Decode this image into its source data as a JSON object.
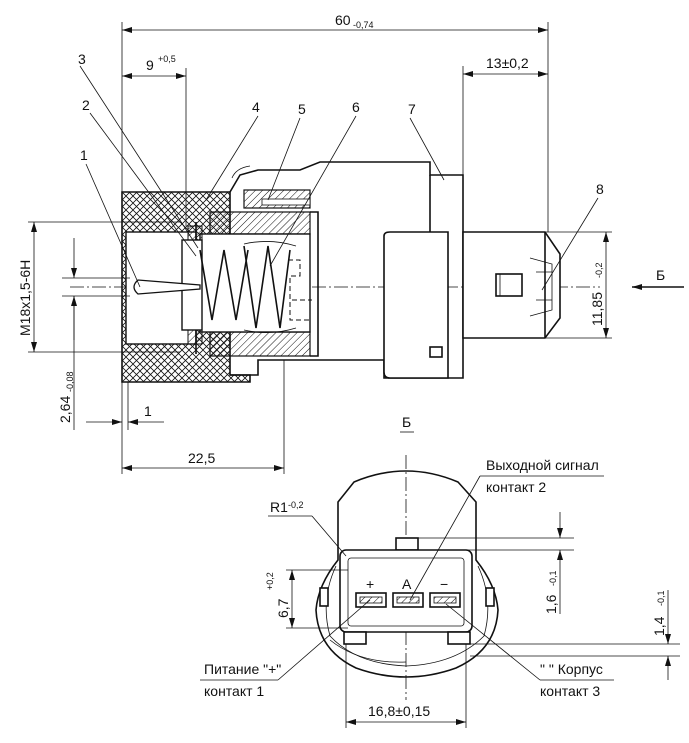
{
  "dimensions": {
    "overall_length": "60",
    "overall_length_tol": "-0,74",
    "offset_9": "9",
    "offset_9_tol": "+0,5",
    "connector_13": "13±0,2",
    "thread": "M18x1,5-6H",
    "height_1185": "11,85",
    "height_1185_tol": "-0,2",
    "gap_264": "2,64",
    "gap_264_tol": "-0,08",
    "step_1": "1",
    "depth_225": "22,5",
    "radius": "R1",
    "radius_tol": "-0,2",
    "pin_height": "6,7",
    "pin_height_tol": "+0,2",
    "dim_16": "1,6",
    "dim_16_tol": "-0,1",
    "dim_14": "1,4",
    "dim_14_tol": "-0,1",
    "width_168": "16,8±0,15"
  },
  "part_numbers": [
    "1",
    "2",
    "3",
    "4",
    "5",
    "6",
    "7",
    "8"
  ],
  "view_labels": {
    "arrow_view": "Б",
    "section_view": "Б"
  },
  "pin_signs": {
    "plus": "+",
    "signal": "A",
    "minus": "−"
  },
  "callouts": {
    "output_line1": "Выходной сигнал",
    "output_line2": "контакт 2",
    "power_line1": "Питание \"+\"",
    "power_line2": "контакт 1",
    "ground_line1": "\"   \" Корпус",
    "ground_line2": "контакт 3"
  }
}
